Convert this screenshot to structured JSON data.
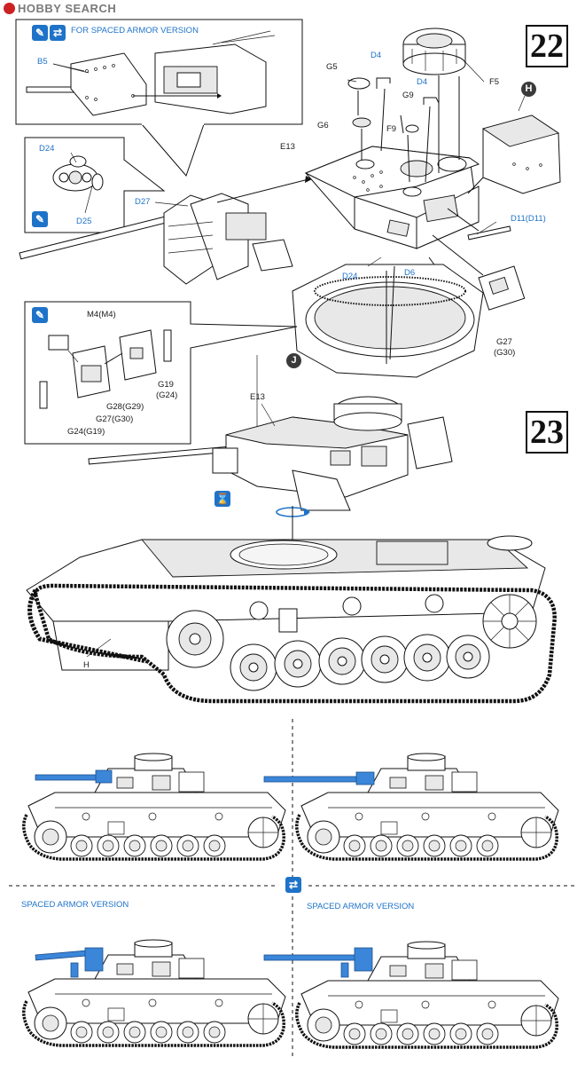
{
  "watermark": {
    "brand_a": "H",
    "brand_b": "BBY SEARCH",
    "full": "HOBBY SEARCH"
  },
  "steps": {
    "step22": "22",
    "step23": "23"
  },
  "notes": {
    "spaced_armor_top": "FOR SPACED ARMOR VERSION",
    "spaced_armor_left": "SPACED ARMOR VERSION",
    "spaced_armor_right": "SPACED ARMOR VERSION"
  },
  "badges": {
    "h": "H",
    "j": "J"
  },
  "labels": {
    "B5": "B5",
    "D24_top": "D24",
    "D25": "D25",
    "D27": "D27",
    "G5": "G5",
    "D4_a": "D4",
    "D4_b": "D4",
    "F5": "F5",
    "G9": "G9",
    "F9": "F9",
    "G6": "G6",
    "E13_a": "E13",
    "D11": "D11(D11)",
    "D24_mid": "D24",
    "D6": "D6",
    "G27_a": "G27",
    "G30_a": "(G30)",
    "M4": "M4(M4)",
    "G19": "G19",
    "G24_a": "(G24)",
    "G28": "G28(G29)",
    "G27_b": "G27(G30)",
    "G24_b": "G24(G19)",
    "E13_b": "E13",
    "H": "H"
  },
  "icons": [
    "glue-icon",
    "option-swap-icon",
    "glue-icon",
    "glue-icon",
    "rotate-icon",
    "option-swap-icon"
  ],
  "colors": {
    "accent_blue": "#1e73c9",
    "ink": "#111111",
    "badge_dark": "#3a3a3a"
  }
}
